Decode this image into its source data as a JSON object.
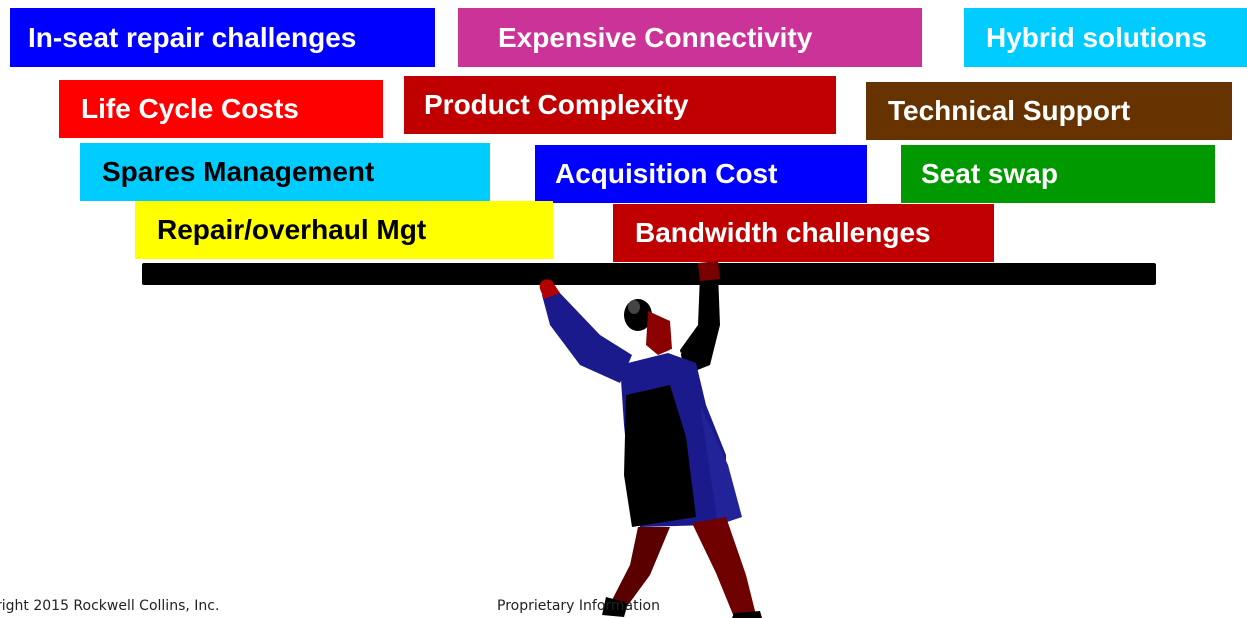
{
  "labels": {
    "in_seat_repair": "In-seat repair challenges",
    "expensive_connectivity": "Expensive Connectivity",
    "hybrid_solutions": "Hybrid solutions",
    "life_cycle_costs": "Life Cycle Costs",
    "product_complexity": "Product Complexity",
    "technical_support": "Technical Support",
    "spares_management": "Spares Management",
    "acquisition_cost": "Acquisition Cost",
    "seat_swap": "Seat swap",
    "repair_overhaul": "Repair/overhaul Mgt",
    "bandwidth_challenges": "Bandwidth challenges"
  },
  "colors": {
    "in_seat_repair": "#0000ff",
    "expensive_connectivity": "#cc3399",
    "hybrid_solutions": "#00ccff",
    "life_cycle_costs": "#ff0000",
    "product_complexity": "#c00000",
    "technical_support": "#663300",
    "spares_management": "#00ccff",
    "acquisition_cost": "#0000ff",
    "seat_swap": "#009900",
    "repair_overhaul": "#ffff00",
    "bandwidth_challenges": "#c00000"
  },
  "footer": {
    "copyright": "right 2015 Rockwell Collins, Inc.",
    "proprietary": "Proprietary Information"
  }
}
